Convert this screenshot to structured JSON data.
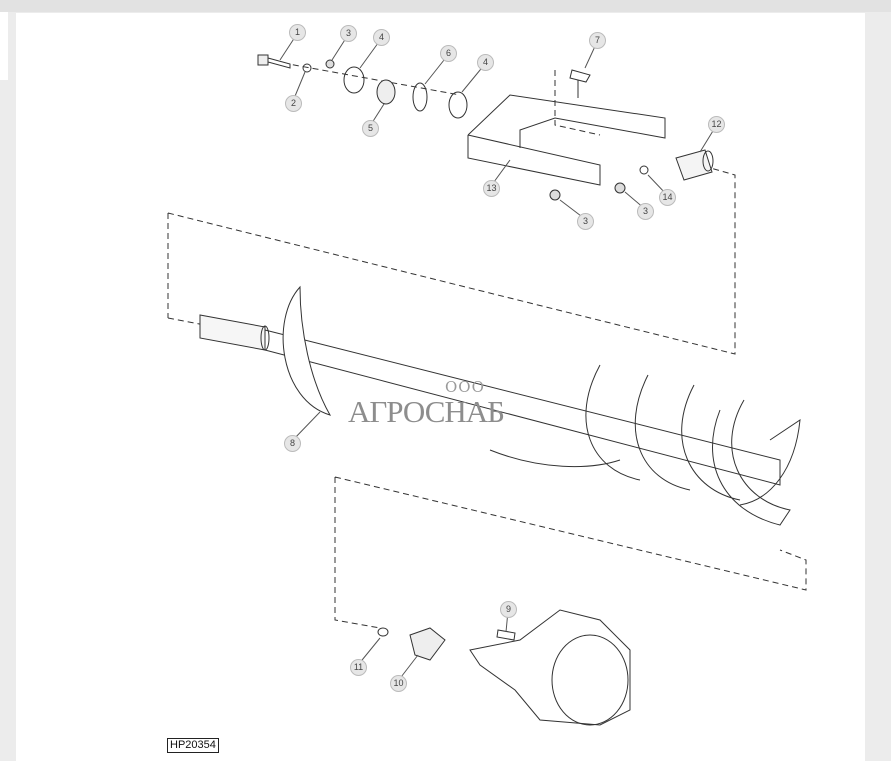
{
  "diagram": {
    "callouts": [
      "1",
      "2",
      "3",
      "4",
      "5",
      "6",
      "4",
      "7",
      "12",
      "13",
      "14",
      "3",
      "3",
      "8",
      "9",
      "11",
      "10"
    ],
    "figure_id": "HP20354"
  },
  "watermark": {
    "prefix": "ООО",
    "name": "АГРОСНАБ"
  }
}
